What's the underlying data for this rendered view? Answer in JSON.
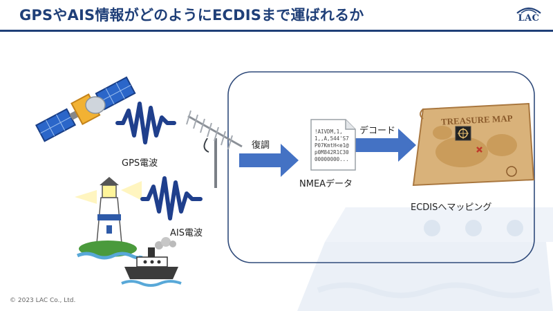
{
  "slide": {
    "title": "GPSやAIS情報がどのようにECDISまで運ばれるか",
    "logo": "LAC",
    "copyright": "© 2023 LAC Co., Ltd."
  },
  "labels": {
    "gps_wave": "GPS電波",
    "ais_wave": "AIS電波",
    "demodulate": "復調",
    "nmea_data": "NMEAデータ",
    "decode": "デコード",
    "ecdis_mapping": "ECDISへマッピング"
  },
  "nmea_document": {
    "content": "!AIVDM,1,1,,A,544'S7P07KmtH<e1@p0M842R1C3000000000..."
  },
  "treasure_map": {
    "title": "TREASURE MAP"
  },
  "icons": [
    "satellite-icon",
    "gps-wave-icon",
    "ais-wave-icon",
    "antenna-icon",
    "lighthouse-icon",
    "boat-icon",
    "document-icon",
    "treasure-map-icon",
    "ship-background-icon",
    "arrow-icon"
  ],
  "colors": {
    "title": "#1f3f78",
    "wave": "#1f3f8c",
    "arrow": "#4472c4",
    "frame": "#2f4a7a",
    "ship_bg": "#e8eef6"
  }
}
